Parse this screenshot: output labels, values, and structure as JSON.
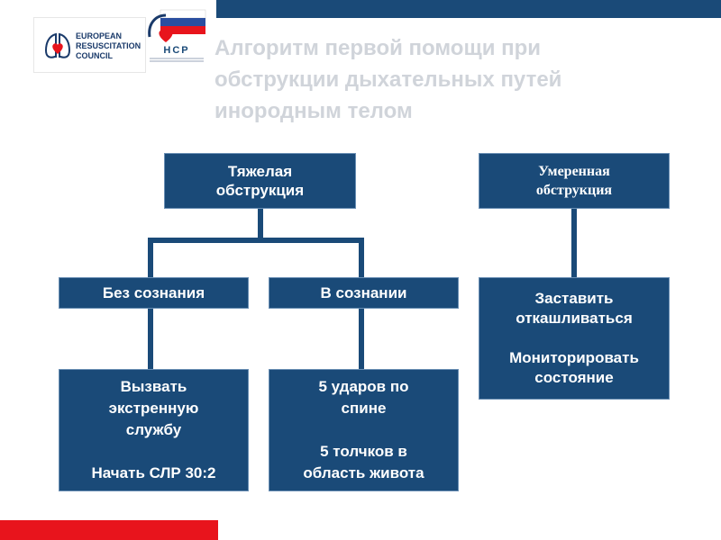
{
  "logos": {
    "erc": {
      "lines": [
        "EUROPEAN",
        "RESUSCITATION",
        "COUNCIL"
      ]
    },
    "nsr": {
      "text": "НСР"
    }
  },
  "title": {
    "lines": [
      "Алгоритм первой помощи при",
      "обструкции дыхательных путей",
      "инородным телом"
    ]
  },
  "diagram": {
    "severe": {
      "lines": [
        "Тяжелая",
        "обструкция"
      ]
    },
    "moderate": {
      "lines": [
        "Умеренная",
        "обструкция"
      ]
    },
    "unconscious": {
      "label": "Без сознания"
    },
    "conscious": {
      "label": "В сознании"
    },
    "moderate_action": {
      "lines": [
        "Заставить",
        "откашливаться",
        "",
        "Мониторировать",
        "состояние"
      ]
    },
    "unconscious_action": {
      "lines": [
        "Вызвать",
        "экстренную",
        "службу",
        "",
        "Начать СЛР 30:2"
      ]
    },
    "conscious_action": {
      "lines": [
        "5 ударов по",
        "спине",
        "",
        "5 толчков в",
        "область живота"
      ]
    }
  },
  "colors": {
    "box_fill": "#1a4a78",
    "top_bar": "#1a4a78",
    "bottom_bar": "#e8141c",
    "title_text": "#d0d4da"
  }
}
